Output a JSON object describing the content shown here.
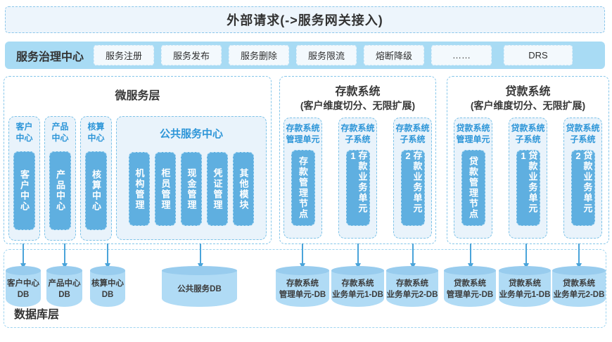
{
  "banner": {
    "title": "外部请求(->服务网关接入)"
  },
  "governance": {
    "label": "服务治理中心",
    "buttons": [
      "服务注册",
      "服务发布",
      "服务删除",
      "服务限流",
      "熔断降级",
      "……"
    ],
    "drs": "DRS"
  },
  "panels": {
    "micro": {
      "title": "微服务层",
      "centers": [
        {
          "header": "客户\n中心",
          "unit": "客户中心"
        },
        {
          "header": "产品\n中心",
          "unit": "产品中心"
        },
        {
          "header": "核算\n中心",
          "unit": "核算中心"
        }
      ],
      "shared": {
        "header": "公共服务中心",
        "modules": [
          "机构管理",
          "柜员管理",
          "现金管理",
          "凭证管理",
          "其他模块"
        ]
      }
    },
    "deposit": {
      "title": "存款系统",
      "subtitle": "(客户维度切分、无限扩展)",
      "columns": [
        {
          "header": "存款系统\n管理单元",
          "unit": "存款管理节点"
        },
        {
          "header": "存款系统\n子系统",
          "unit": "存款业务单元1"
        },
        {
          "header": "存款系统\n子系统",
          "unit": "存款业务单元2"
        }
      ]
    },
    "loan": {
      "title": "贷款系统",
      "subtitle": "(客户维度切分、无限扩展)",
      "columns": [
        {
          "header": "贷款系统\n管理单元",
          "unit": "贷款管理节点"
        },
        {
          "header": "贷款系统\n子系统",
          "unit": "贷款业务单元1"
        },
        {
          "header": "贷款系统\n子系统",
          "unit": "贷款业务单元2"
        }
      ]
    }
  },
  "database": {
    "label": "数据库层",
    "dbs": [
      "客户中心\nDB",
      "产品中心\nDB",
      "核算中心\nDB",
      "公共服务DB",
      "存款系统\n管理单元-DB",
      "存款系统\n业务单元1-DB",
      "存款系统\n业务单元2-DB",
      "贷款系统\n管理单元-DB",
      "贷款系统\n业务单元1-DB",
      "贷款系统\n业务单元2-DB"
    ]
  },
  "colors": {
    "unit_blue": "#5fafe0",
    "column_bg": "#e9f3fb",
    "governance_bg": "#a8dbf4",
    "banner_bg": "#edf5fc",
    "border_blue": "#85c6ea",
    "header_text": "#2e96d8",
    "arrow": "#4aa4da",
    "cylinder_body": "#b0dbf5",
    "cylinder_top": "#98ccee",
    "text_dark": "#3a3a3a"
  }
}
